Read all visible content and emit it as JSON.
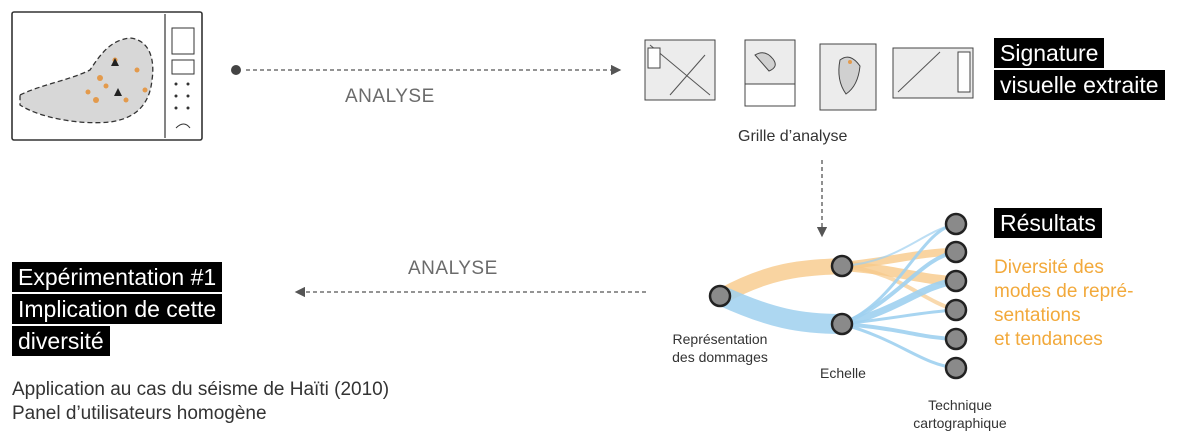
{
  "top_flow": {
    "arrow_label": "ANALYSE",
    "grid_caption": "Grille d’analyse",
    "signature_title": [
      "Signature",
      "visuelle extraite"
    ]
  },
  "bottom_flow": {
    "arrow_label": "ANALYSE",
    "experiment_title": [
      "Expérimentation #1",
      "Implication de cette",
      "diversité"
    ],
    "description": [
      "Application au cas du séisme de Haïti (2010)",
      "Panel d’utilisateurs homogène"
    ]
  },
  "results": {
    "title": "Résultats",
    "text": [
      "Diversité des",
      "modes de repré-",
      "sentations",
      "et tendances"
    ]
  },
  "network": {
    "node_labels": {
      "damage": [
        "Représentation",
        "des dommages"
      ],
      "scale": "Echelle",
      "technique": [
        "Technique",
        "cartographique"
      ]
    }
  },
  "colors": {
    "orange": "#f2a93b",
    "blue": "#7ec3ea",
    "highlight_bg": "#000000"
  }
}
